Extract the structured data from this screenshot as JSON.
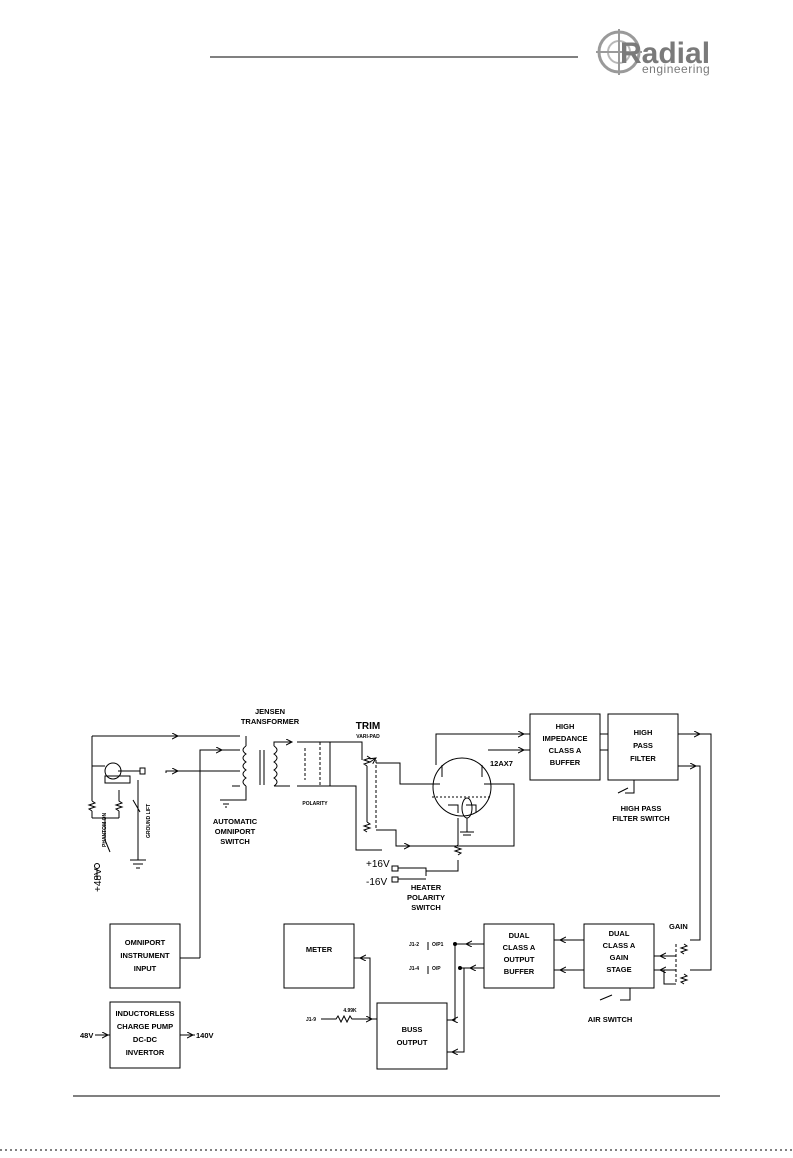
{
  "header": {
    "logo": {
      "brand": "Radial",
      "tagline": "engineering",
      "colors": {
        "primary": "#7a7a7a",
        "accent": "#b0b0b0"
      },
      "icon": "crosshair-logo-icon"
    }
  },
  "diagram": {
    "labels": {
      "jensen_transformer_line1": "JENSEN",
      "jensen_transformer_line2": "TRANSFORMER",
      "trim": "TRIM",
      "vari_pad": "VARI-PAD",
      "tube": "12AX7",
      "polarity": "POLARITY",
      "auto_omniport_1": "AUTOMATIC",
      "auto_omniport_2": "OMNIPORT",
      "auto_omniport_3": "SWITCH",
      "phantom_on": "PHANTOM ON",
      "ground_lift": "GROUND LIFT",
      "plus48v_vertical": "+48V",
      "plus16v": "+16V",
      "minus16v": "-16V",
      "heater_1": "HEATER",
      "heater_2": "POLARITY",
      "heater_3": "SWITCH",
      "hp_switch_1": "HIGH PASS",
      "hp_switch_2": "FILTER SWITCH",
      "gain": "GAIN",
      "air_switch": "AIR SWITCH",
      "j1_2": "J1-2",
      "o_p1": "O/P1",
      "j1_4": "J1-4",
      "o_p2": "O/P",
      "j1_9": "J1-9",
      "resistor_val": "4.99K",
      "v48": "48V",
      "v140": "140V"
    },
    "blocks": {
      "hi_buffer": [
        "HIGH",
        "IMPEDANCE",
        "CLASS A",
        "BUFFER"
      ],
      "hpf": [
        "HIGH",
        "PASS",
        "FILTER"
      ],
      "omniport": [
        "OMNIPORT",
        "INSTRUMENT",
        "INPUT"
      ],
      "meter": [
        "METER"
      ],
      "output_buffer": [
        "DUAL",
        "CLASS A",
        "OUTPUT",
        "BUFFER"
      ],
      "gain_stage": [
        "DUAL",
        "CLASS A",
        "GAIN",
        "STAGE"
      ],
      "charge_pump": [
        "INDUCTORLESS",
        "CHARGE PUMP",
        "DC-DC",
        "INVERTOR"
      ],
      "buss_output": [
        "BUSS",
        "OUTPUT"
      ]
    }
  }
}
